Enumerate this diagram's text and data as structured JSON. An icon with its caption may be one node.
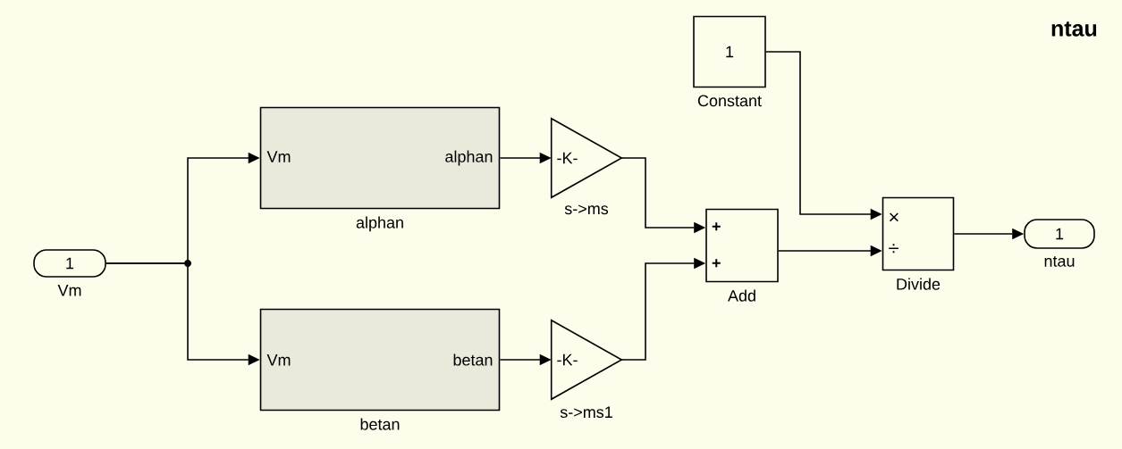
{
  "diagram": {
    "title": "ntau",
    "nodes": [
      {
        "text": [
          "1"
        ],
        "beside": [
          "Vm"
        ]
      },
      {
        "text": [
          "Vm",
          "alphan"
        ],
        "beside": [
          "alphan"
        ]
      },
      {
        "text": [
          "Vm",
          "betan"
        ],
        "beside": [
          "betan"
        ]
      },
      {
        "text": [
          "-K-"
        ],
        "beside": [
          "s->ms"
        ]
      },
      {
        "text": [
          "-K-"
        ],
        "beside": [
          "s->ms1"
        ]
      },
      {
        "text": [
          "1"
        ],
        "beside": [
          "Constant"
        ]
      },
      {
        "text": [
          "+",
          "+"
        ],
        "beside": [
          "Add"
        ]
      },
      {
        "text": [
          "×",
          "÷"
        ],
        "beside": [
          "Divide"
        ]
      },
      {
        "text": [
          "1"
        ],
        "beside": [
          "ntau"
        ]
      }
    ],
    "edges": [
      {
        "from": 0,
        "to": 1,
        "arrow": "to"
      },
      {
        "from": 0,
        "to": 2,
        "arrow": "to"
      },
      {
        "from": 1,
        "to": 3,
        "arrow": "to"
      },
      {
        "from": 2,
        "to": 4,
        "arrow": "to"
      },
      {
        "from": 3,
        "to": 6,
        "arrow": "to"
      },
      {
        "from": 4,
        "to": 6,
        "arrow": "to"
      },
      {
        "from": 5,
        "to": 7,
        "arrow": "to"
      },
      {
        "from": 6,
        "to": 7,
        "arrow": "to"
      },
      {
        "from": 7,
        "to": 8,
        "arrow": "to"
      }
    ]
  }
}
